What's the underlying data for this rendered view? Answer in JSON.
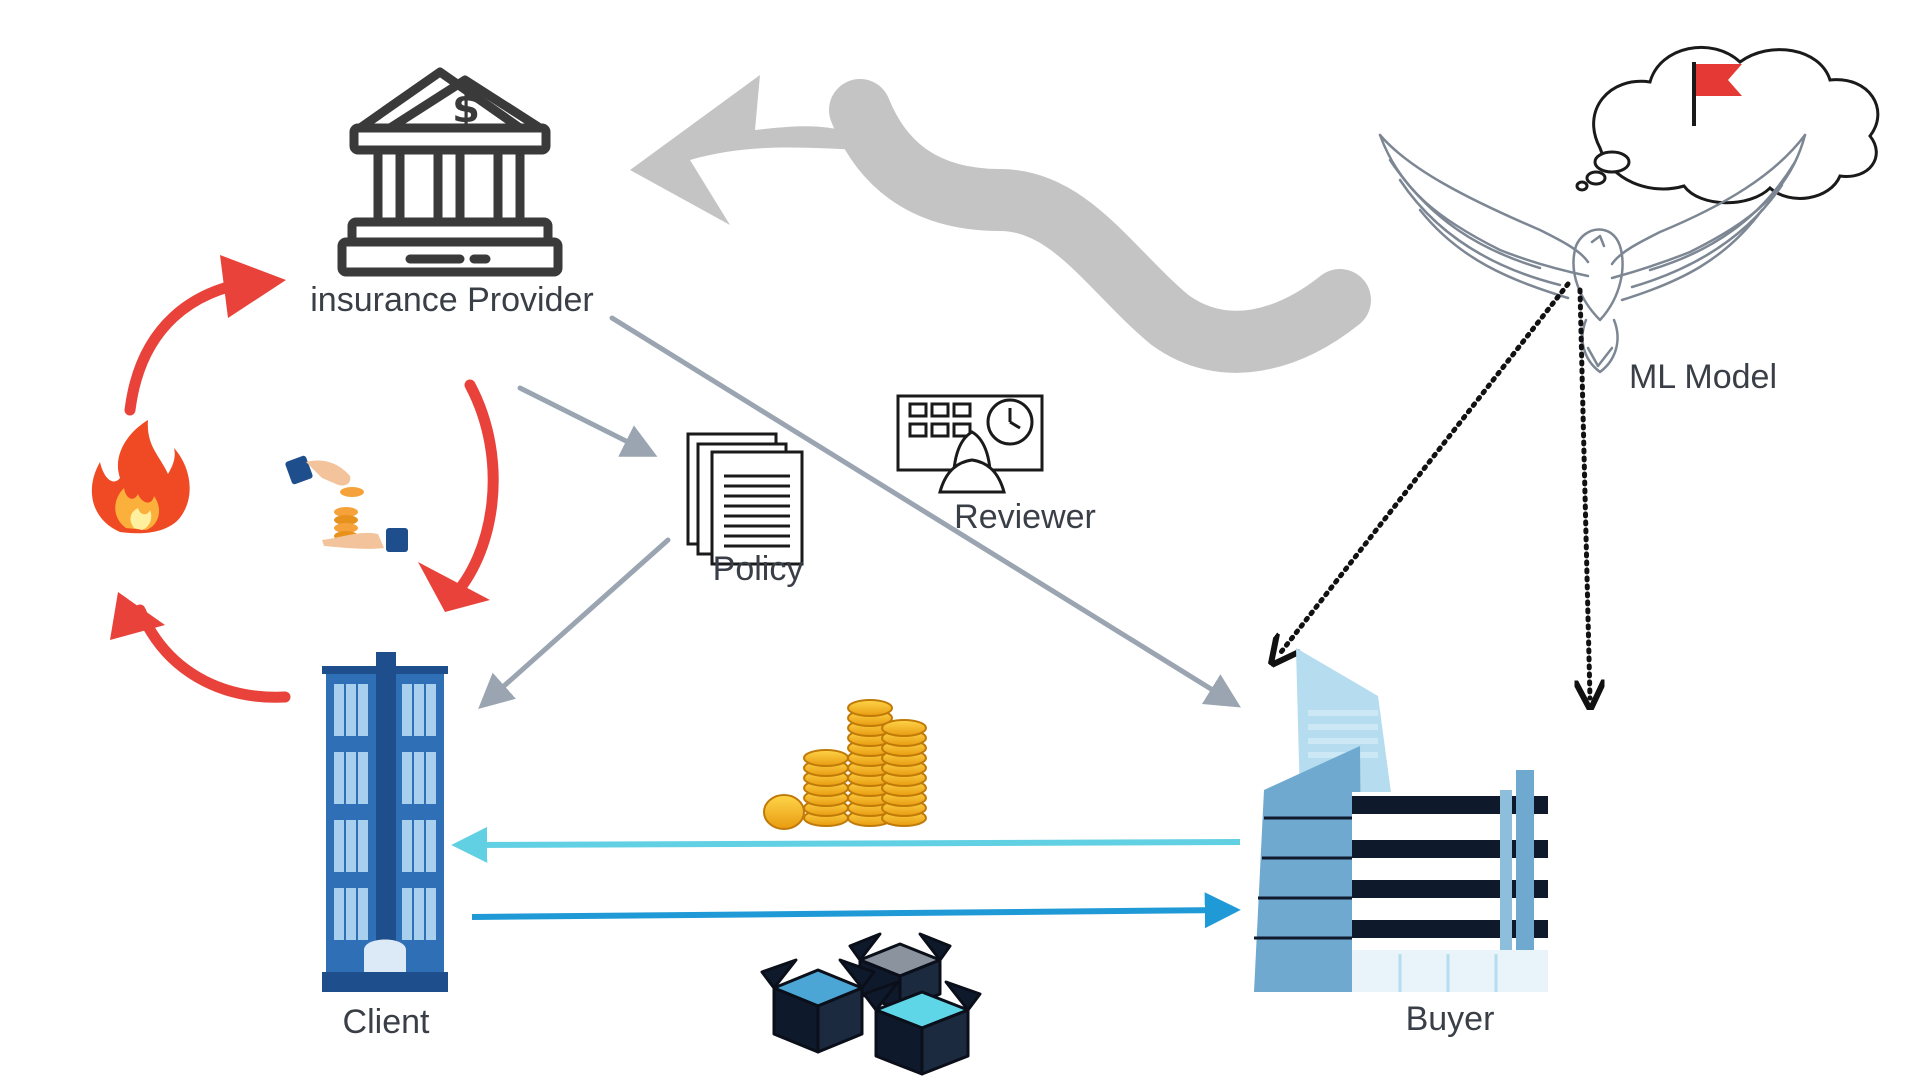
{
  "labels": {
    "insurance_provider": "insurance Provider",
    "reviewer": "Reviewer",
    "policy": "Policy",
    "ml_model": "ML Model",
    "client": "Client",
    "buyer": "Buyer"
  },
  "icons": {
    "insurance_provider": "bank-icon",
    "reviewer": "reviewer-desk-icon",
    "policy": "document-stack-icon",
    "ml_model": "eagle-icon",
    "thought": "thought-cloud-icon",
    "flag": "red-flag-icon",
    "client": "office-tower-icon",
    "buyer": "commercial-building-icon",
    "fire": "fire-icon",
    "payment": "coin-handover-icon",
    "coins": "gold-coins-icon",
    "goods": "open-boxes-icon"
  },
  "colors": {
    "fire_cycle": "#e8423a",
    "connector": "#9aa5b1",
    "payment_flow": "#62d0e3",
    "goods_flow": "#1f9ad6",
    "ml_pointer": "#111111",
    "feedback_arrow": "#c4c4c4",
    "flag": "#e53935",
    "client_building": "#2e6fb5",
    "buyer_building": "#6fa9cf",
    "coins": "#f6b81e"
  }
}
